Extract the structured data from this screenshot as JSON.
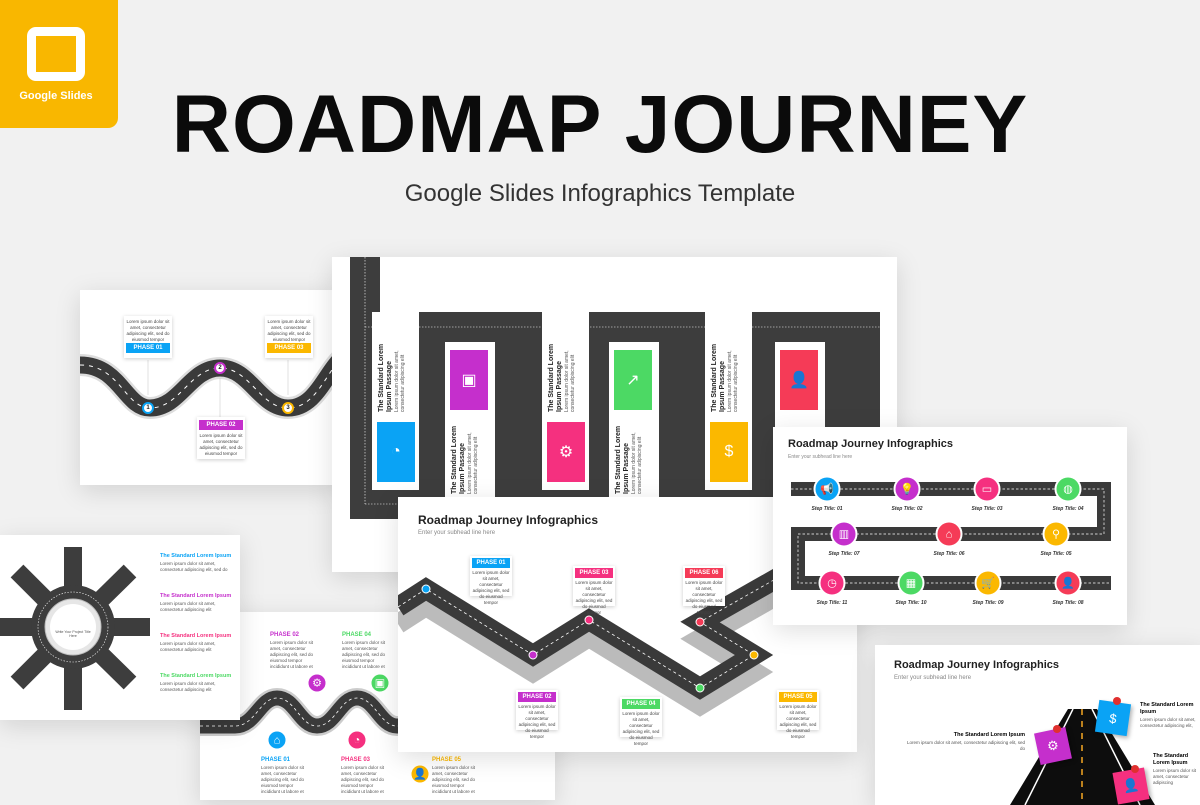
{
  "brand": {
    "badge_label": "Google Slides",
    "badge_color": "#f9b700"
  },
  "header": {
    "title": "ROADMAP JOURNEY",
    "subtitle": "Google Slides Infographics Template"
  },
  "colors": {
    "blue": "#0aa3f5",
    "purple": "#c52fcc",
    "pink": "#f5307f",
    "green": "#4cd964",
    "yellow": "#fbb800",
    "red": "#f53b57",
    "road": "#3d3d3d"
  },
  "lorem_short": "Lorem ipsum dolor sit amet, consectetur adipiscing elit, sed do eiusmod tempor",
  "slide_wavy": {
    "phases": [
      {
        "label": "PHASE 01",
        "num": "1"
      },
      {
        "label": "PHASE 02",
        "num": "2"
      },
      {
        "label": "PHASE 03",
        "num": "3"
      }
    ]
  },
  "slide_vertical": {
    "card_title": "The Standard Lorem Ipsum Passage",
    "card_text": "Lorem ipsum dolor sit amet, consectetur adipiscing elit",
    "icons": [
      "pie-chart-icon",
      "briefcase-icon",
      "gear-icon",
      "line-chart-icon",
      "money-bag-icon",
      "user-icon"
    ]
  },
  "slide_roundabout": {
    "center_text": "Write Your Project Title Here",
    "items": [
      {
        "title": "The Standard Lorem Ipsum",
        "text": "Lorem ipsum dolor sit amet, consectetur adipiscing elit, sed do"
      },
      {
        "title": "The Standard Lorem Ipsum",
        "text": "Lorem ipsum dolor sit amet, consectetur adipiscing elit"
      },
      {
        "title": "The Standard Lorem Ipsum",
        "text": "Lorem ipsum dolor sit amet, consectetur adipiscing elit"
      },
      {
        "title": "The Standard Lorem Ipsum",
        "text": "Lorem ipsum dolor sit amet, consectetur adipiscing elit"
      }
    ]
  },
  "slide_wavy2": {
    "phases": [
      {
        "label": "PHASE 01",
        "icon": "tag-icon"
      },
      {
        "label": "PHASE 02",
        "icon": "gear-icon"
      },
      {
        "label": "PHASE 03",
        "icon": "pie-chart-icon"
      },
      {
        "label": "PHASE 04",
        "icon": "briefcase-icon"
      },
      {
        "label": "PHASE 05",
        "icon": "user-icon"
      }
    ],
    "text": "Lorem ipsum dolor sit amet, consectetur adipiscing elit, sed do eiusmod tempor incididunt ut labore et"
  },
  "slide_zigzag": {
    "title": "Roadmap Journey Infographics",
    "subtitle": "Enter your subhead line here",
    "phases": [
      "PHASE 01",
      "PHASE 02",
      "PHASE 03",
      "PHASE 04",
      "PHASE 05",
      "PHASE 06"
    ],
    "text": "Lorem ipsum dolor sit amet, consectetur adipiscing elit, sed do eiusmod tempor"
  },
  "slide_steps": {
    "title": "Roadmap Journey Infographics",
    "subtitle": "Enter your subhead line here",
    "steps": [
      {
        "label": "Step Title: 01",
        "icon": "megaphone-icon",
        "color": "#0aa3f5"
      },
      {
        "label": "Step Title: 02",
        "icon": "lightbulb-icon",
        "color": "#c52fcc"
      },
      {
        "label": "Step Title: 03",
        "icon": "credit-card-icon",
        "color": "#f5307f"
      },
      {
        "label": "Step Title: 04",
        "icon": "globe-icon",
        "color": "#4cd964"
      },
      {
        "label": "Step Title: 05",
        "icon": "search-icon",
        "color": "#fbb800"
      },
      {
        "label": "Step Title: 06",
        "icon": "tag-icon",
        "color": "#f53b57"
      },
      {
        "label": "Step Title: 07",
        "icon": "bar-chart-icon",
        "color": "#c52fcc"
      },
      {
        "label": "Step Title: 08",
        "icon": "user-icon",
        "color": "#f53b57"
      },
      {
        "label": "Step Title: 09",
        "icon": "cart-icon",
        "color": "#fbb800"
      },
      {
        "label": "Step Title: 10",
        "icon": "calendar-icon",
        "color": "#4cd964"
      },
      {
        "label": "Step Title: 11",
        "icon": "clock-icon",
        "color": "#f5307f"
      }
    ]
  },
  "slide_road": {
    "title": "Roadmap Journey Infographics",
    "subtitle": "Enter your subhead line here",
    "items": [
      {
        "title": "The Standard Lorem Ipsum",
        "text": "Lorem ipsum dolor sit amet, consectetur adipiscing elit, sed do"
      },
      {
        "title": "The Standard Lorem Ipsum",
        "text": "Lorem ipsum dolor sit amet, consectetur adipiscing elit,"
      },
      {
        "title": "The Standard Lorem Ipsum",
        "text": "Lorem ipsum dolor sit amet, consectetur adipiscing"
      }
    ]
  }
}
